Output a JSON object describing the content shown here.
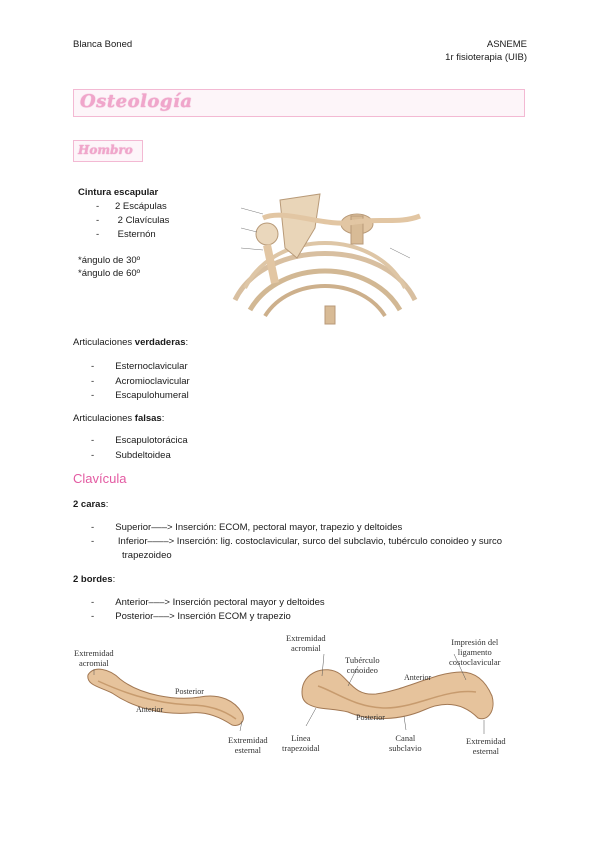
{
  "header": {
    "author": "Blanca Boned",
    "course": "ASNEME",
    "program": "1r fisioterapia (UIB)"
  },
  "title": "Osteología",
  "section": "Hombro",
  "cintura": {
    "heading": "Cintura escapular",
    "items": [
      "2 Escápulas",
      "2 Clavículas",
      "Esternón"
    ],
    "notes": [
      "*ángulo de 30º",
      "*ángulo de 60º"
    ]
  },
  "articulaciones": {
    "verdaderas_prefix": "Articulaciones ",
    "verdaderas_bold": "verdaderas",
    "verdaderas_suffix": ":",
    "verdaderas_items": [
      "Esternoclavicular",
      "Acromioclavicular",
      "Escapulohumeral"
    ],
    "falsas_prefix": "Articulaciones ",
    "falsas_bold": "falsas",
    "falsas_suffix": ":",
    "falsas_items": [
      "Escapulotorácica",
      "Subdeltoidea"
    ]
  },
  "clavicula": {
    "heading": "Clavícula",
    "caras_label": "2 caras",
    "caras_suffix": ":",
    "caras": [
      "Superior–––> Inserción: ECOM, pectoral mayor, trapezio y deltoides",
      "Inferior––––> Inserción: lig. costoclavicular, surco del subclavio, tubérculo conoideo y surco",
      "trapezoideo"
    ],
    "bordes_label": "2 bordes",
    "bordes_suffix": ":",
    "bordes": [
      "Anterior–––> Inserción pectoral mayor y deltoides",
      "Posterior–––> Inserción ECOM y trapezio"
    ]
  },
  "figure_left": {
    "extremidad_acromial": [
      "Extremidad",
      "acromial"
    ],
    "posterior": "Posterior",
    "anterior": "Anterior",
    "extremidad_esternal": [
      "Extremidad",
      "esternal"
    ]
  },
  "figure_right": {
    "extremidad_acromial": [
      "Extremidad",
      "acromial"
    ],
    "tuberculo": [
      "Tubérculo",
      "conoideo"
    ],
    "impresion": [
      "Impresión del",
      "ligamento",
      "costoclavicular"
    ],
    "anterior": "Anterior",
    "posterior": "Posterior",
    "linea": [
      "Línea",
      "trapezoidal"
    ],
    "canal": [
      "Canal",
      "subclavio"
    ],
    "extremidad_esternal": [
      "Extremidad",
      "esternal"
    ]
  },
  "colors": {
    "accent_pink": "#e35aa2",
    "title_pink": "#f0a6cb",
    "bone": "#e2c6a3"
  }
}
